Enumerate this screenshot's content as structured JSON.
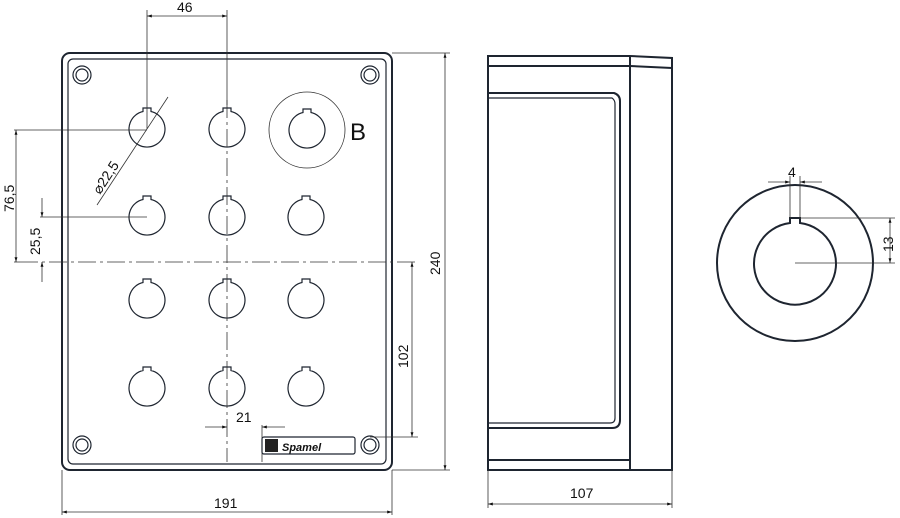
{
  "drawing": {
    "front_view": {
      "dim_hole_pitch_x": "46",
      "dim_diameter": "⌀22,5",
      "dim_vertical_76": "76,5",
      "dim_vertical_25": "25,5",
      "dim_height": "240",
      "dim_102": "102",
      "dim_21": "21",
      "dim_width": "191",
      "label_b": "B",
      "logo": "Spamel"
    },
    "side_view": {
      "dim_depth": "107"
    },
    "detail_b": {
      "dim_key_width": "4",
      "dim_key_depth": "13"
    }
  }
}
